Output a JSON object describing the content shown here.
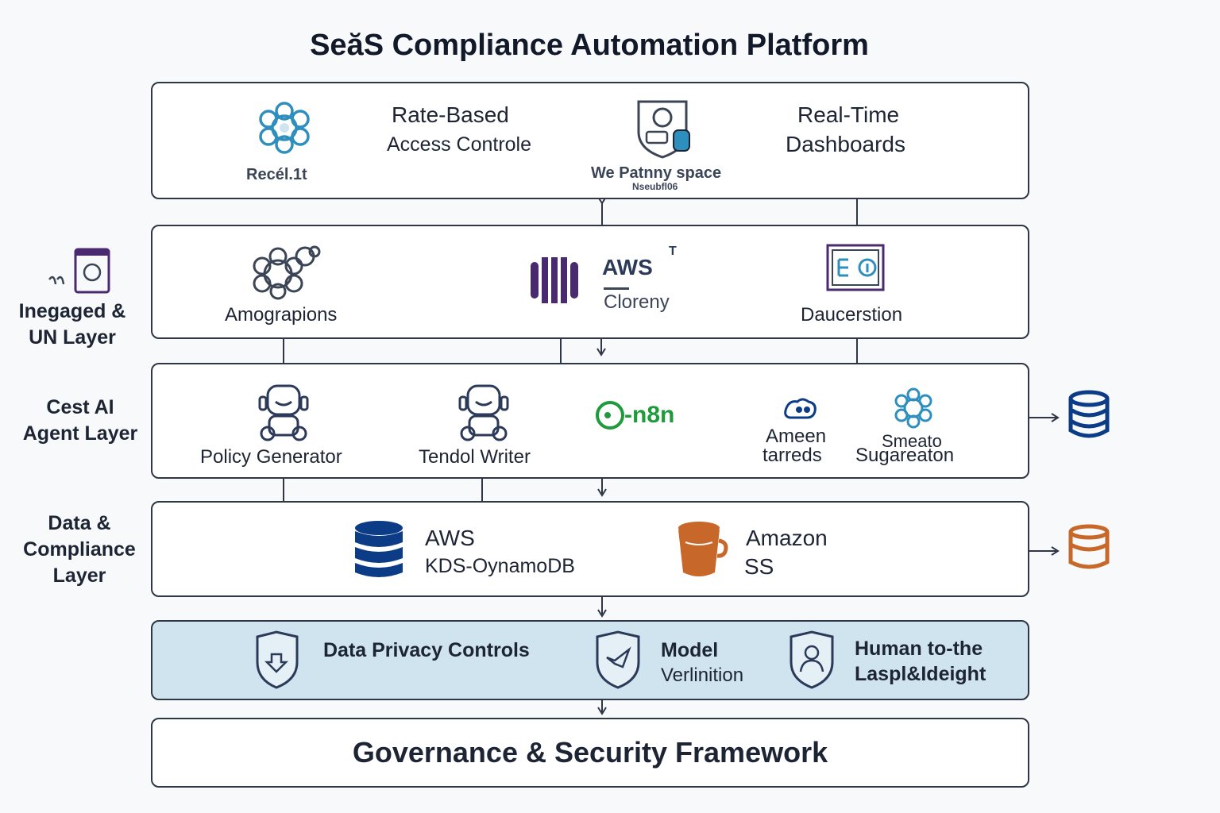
{
  "title": "SeăS Compliance Automation Platform",
  "side_labels": {
    "ui_layer": {
      "line1": "Inegaged &",
      "line2": "UN Layer"
    },
    "ai_layer": {
      "line1": "Cest AI",
      "line2": "Agent Layer"
    },
    "data_layer": {
      "line1": "Data &",
      "line2": "Compliance",
      "line3": "Layer"
    }
  },
  "layer1": {
    "recelit": "Recél.1t",
    "rate_based": {
      "line1": "Rate-Based",
      "line2": "Access Controle"
    },
    "workspace": {
      "line1": "We Patnny space",
      "line2": "Nseubfl06"
    },
    "realtime": {
      "line1": "Real-Time",
      "line2": "Dashboards"
    }
  },
  "layer2": {
    "amograpions": "Amograpions",
    "aws": {
      "line1": "AWS",
      "superscript": "T",
      "line2": "Cloreny"
    },
    "daucerstion": "Daucerstion"
  },
  "layer3": {
    "policy_generator": "Policy Generator",
    "tendol_writer": "Tendol Writer",
    "n8n": "-n8n",
    "ameen": {
      "line1": "Ameen",
      "line2": "tarreds"
    },
    "smeato": {
      "line1": "Smeato",
      "line2": "Sugareaton"
    }
  },
  "layer4": {
    "aws_kds": {
      "line1": "AWS",
      "line2": "KDS-OynamoDB"
    },
    "amazon_ss": {
      "line1": "Amazon",
      "line2": "SS"
    }
  },
  "layer5": {
    "privacy": "Data Privacy Controls",
    "model": {
      "line1": "Model",
      "line2": "Verlinition"
    },
    "human": {
      "line1": "Human to-the",
      "line2": "Laspl&Ideight"
    }
  },
  "layer6": {
    "governance": "Governance & Security Framework"
  },
  "colors": {
    "outline": "#2f3747",
    "icon_blue": "#2e8fbf",
    "icon_dark": "#3b4556",
    "purple": "#4a2a6e",
    "n8n_green": "#1f9a3c",
    "db_blue": "#0d3c86",
    "s3_orange": "#c8672a",
    "band_blue": "#cfe4ef"
  },
  "icons": [
    "cog-cluster-icon",
    "shield-lock-icon",
    "robot-icon",
    "database-icon",
    "bucket-icon",
    "shield-icon",
    "monitor-icon"
  ]
}
